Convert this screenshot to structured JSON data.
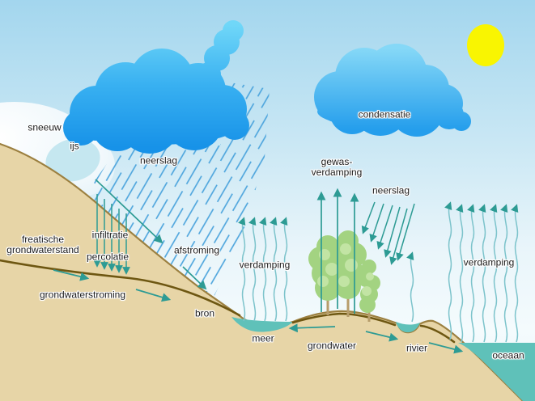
{
  "scene": {
    "type": "water-cycle-diagram",
    "language": "nl",
    "labels": {
      "sneeuw": "sneeuw",
      "ijs": "ijs",
      "neerslag_links": "neerslag",
      "condensatie": "condensatie",
      "gewas_verdamping": "gewas-\nverdamping",
      "neerslag_rechts": "neerslag",
      "verdamping_meer": "verdamping",
      "verdamping_oceaan": "verdamping",
      "freatische_grondwaterstand": "freatische\ngrondwaterstand",
      "infiltratie": "infiltratie",
      "percolatie": "percolatie",
      "afstroming": "afstroming",
      "grondwaterstroming": "grondwaterstroming",
      "bron": "bron",
      "meer": "meer",
      "grondwater": "grondwater",
      "rivier": "rivier",
      "oceaan": "oceaan"
    },
    "colors": {
      "sky_top": "#a3d6ee",
      "sky_horizon": "#f2fafc",
      "cloud_top": "#6fd6f8",
      "cloud_bottom": "#1792e8",
      "sun": "#f9f501",
      "land": "#e7d5a7",
      "land_outline": "#9c8040",
      "water": "#5fc1b9",
      "groundwater_line": "#6e5712",
      "rain_blue": "#4aa3dc",
      "flow_teal": "#2d9b94",
      "evaporation_wave": "#7cc3cb",
      "tree_green": "#a3d381"
    }
  }
}
